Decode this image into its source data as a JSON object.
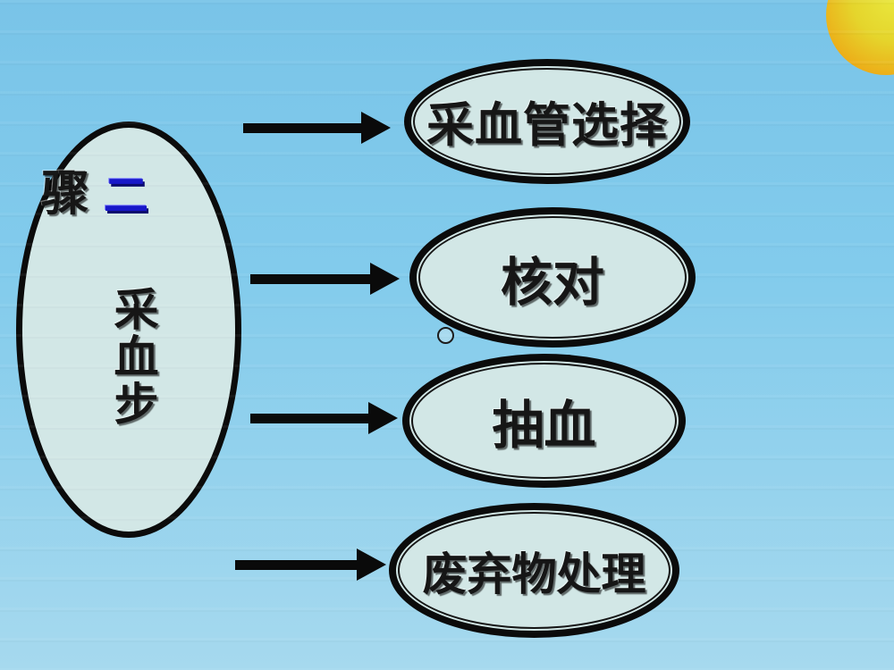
{
  "slide": {
    "background": {
      "top_color": "#79c4e8",
      "bottom_color": "#a6d9ee"
    },
    "sun": {
      "center_color": "#e9e83e",
      "edge_color": "#ec9d10"
    },
    "shape_style": {
      "fill_color": "#d2e7e6",
      "border_color": "#0b0b0b"
    },
    "main_ellipse": {
      "label_prefix": "骤",
      "label_number": "二",
      "number_color": "#1717c8",
      "label_vertical": "采血步"
    },
    "steps": [
      {
        "label": "采血管选择"
      },
      {
        "label": "核对"
      },
      {
        "label": "抽血"
      },
      {
        "label": "废弃物处理"
      }
    ]
  }
}
